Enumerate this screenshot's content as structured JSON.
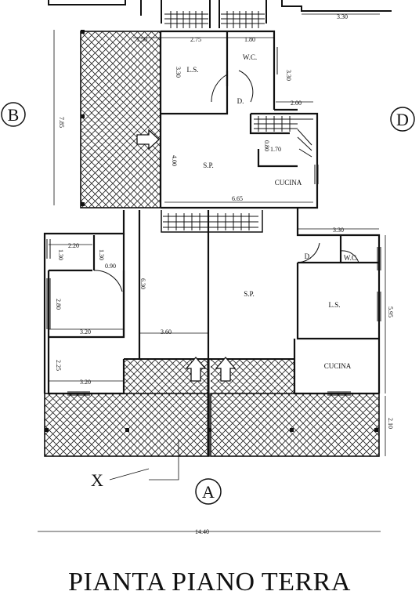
{
  "title": "PIANTA PIANO TERRA",
  "side_labels": {
    "a": "A",
    "b": "B",
    "d": "D"
  },
  "section_mark": "X",
  "rooms": {
    "ls_top": "L.S.",
    "wc_top": "W.C.",
    "d_top": "D.",
    "sp_top": "S.P.",
    "cucina_top": "CUCINA",
    "sp_right": "S.P.",
    "d_right": "D.",
    "wc_right": "W.C.",
    "ls_right": "L.S.",
    "cucina_right": "CUCINA"
  },
  "dimensions": {
    "d_330_top": "3.30",
    "d_150": "1.50",
    "d_275": "2.75",
    "d_180": "1.80",
    "d_330_ls": "3.30",
    "d_330_wc": "3.30",
    "d_200": "2.00",
    "d_785": "7.85",
    "d_400": "4.00",
    "d_080": "0.80",
    "d_170": "1.70",
    "d_665": "6.65",
    "d_330_right": "3.30",
    "d_220": "2.20",
    "d_130_a": "1.30",
    "d_130_b": "1.30",
    "d_090": "0.90",
    "d_630": "6.30",
    "d_280": "2.80",
    "d_320_a": "3.20",
    "d_360": "3.60",
    "d_225": "2.25",
    "d_320_b": "3.20",
    "d_595": "5.95",
    "d_210": "2.10",
    "d_1440": "14.40"
  }
}
